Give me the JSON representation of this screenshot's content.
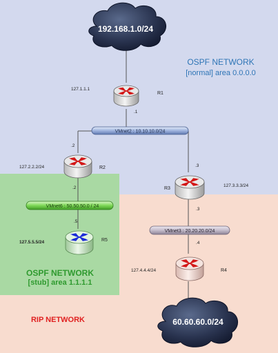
{
  "zones": {
    "ospf_area0": {
      "title": "OSPF NETWORK",
      "subtitle": "[normal] area 0.0.0.0",
      "color": "#2e75b6",
      "fill": "#d3d9ee"
    },
    "ospf_stub": {
      "title": "OSPF NETWORK",
      "subtitle": "[stub] area 1.1.1.1",
      "color": "#2f9a2f",
      "fill": "#a9d9a3"
    },
    "rip": {
      "title": "RIP NETWORK",
      "color": "#e02020",
      "fill": "#f8dccf"
    }
  },
  "clouds": {
    "top": {
      "label": "192.168.1.0/24"
    },
    "bottom": {
      "label": "60.60.60.0/24"
    }
  },
  "routers": {
    "r1": {
      "name": "R1",
      "loopback": "127.1.1.1"
    },
    "r2": {
      "name": "R2",
      "loopback": "127.2.2.2/24"
    },
    "r3": {
      "name": "R3",
      "loopback": "127.3.3.3/24"
    },
    "r4": {
      "name": "R4",
      "loopback": "127.4.4.4/24"
    },
    "r5": {
      "name": "R5",
      "loopback": "127.5.5.5/24"
    }
  },
  "segments": {
    "vmnet2": {
      "label": "VMnet2 : 10.10.10.0/24"
    },
    "vmnet6": {
      "label": "VMnet6 : 50.50.50.0 / 24"
    },
    "vmnet3": {
      "label": "VMnet3 :  20.20.20.0/24"
    }
  },
  "interfaces": {
    "r1_vmnet2": ".1",
    "r2_vmnet2": ".2",
    "r3_vmnet2": ".3",
    "r2_vmnet6": ".2",
    "r5_vmnet6": ".5",
    "r3_vmnet3": ".3",
    "r4_vmnet3": ".4"
  }
}
